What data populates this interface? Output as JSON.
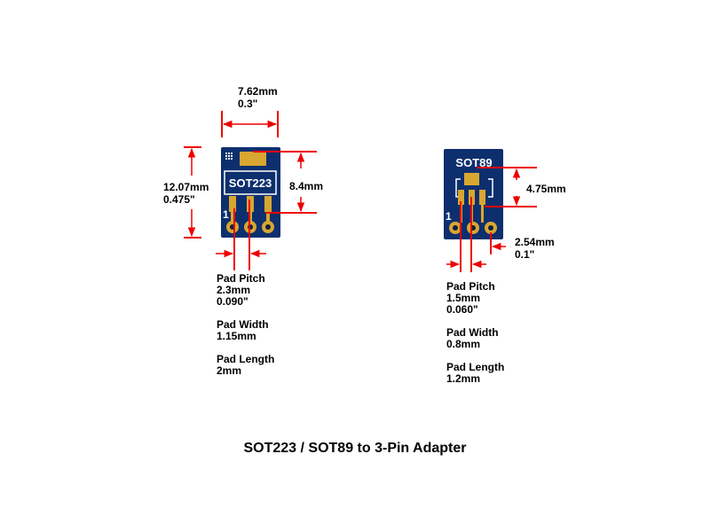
{
  "colors": {
    "board": "#0d2f6e",
    "pad": "#d8a631",
    "dim_line": "#ee0000",
    "silk": "#ffffff",
    "hole": "#0a1f45"
  },
  "sot223": {
    "silk_label": "SOT223",
    "pin1_label": "1",
    "width_mm": "7.62mm",
    "width_in": "0.3\"",
    "height_mm": "12.07mm",
    "height_in": "0.475\"",
    "pad_span": "8.4mm",
    "pad_pitch_title": "Pad Pitch",
    "pad_pitch_mm": "2.3mm",
    "pad_pitch_in": "0.090\"",
    "pad_width_title": "Pad Width",
    "pad_width_mm": "1.15mm",
    "pad_length_title": "Pad Length",
    "pad_length_mm": "2mm"
  },
  "sot89": {
    "silk_label": "SOT89",
    "pin1_label": "1",
    "pad_span": "4.75mm",
    "hole_pitch_mm": "2.54mm",
    "hole_pitch_in": "0.1\"",
    "pad_pitch_title": "Pad Pitch",
    "pad_pitch_mm": "1.5mm",
    "pad_pitch_in": "0.060\"",
    "pad_width_title": "Pad Width",
    "pad_width_mm": "0.8mm",
    "pad_length_title": "Pad Length",
    "pad_length_mm": "1.2mm"
  },
  "caption": "SOT223 / SOT89 to 3-Pin Adapter"
}
